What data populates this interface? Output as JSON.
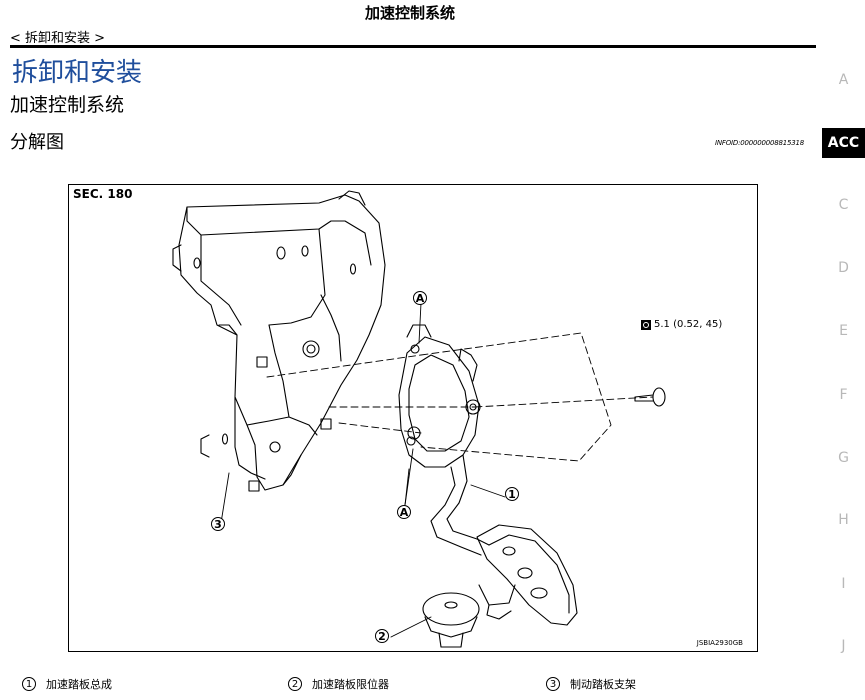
{
  "header": {
    "title": "加速控制系统"
  },
  "breadcrumb": "< 拆卸和安装 >",
  "section_title": "拆卸和安装",
  "subsection_title": "加速控制系统",
  "topic_title": "分解图",
  "info_id": "INFOID:000000008815318",
  "side_index": [
    {
      "letter": "A",
      "active": false
    },
    {
      "letter": "ACC",
      "active": true
    },
    {
      "letter": "C",
      "active": false
    },
    {
      "letter": "D",
      "active": false
    },
    {
      "letter": "E",
      "active": false
    },
    {
      "letter": "F",
      "active": false
    },
    {
      "letter": "G",
      "active": false
    },
    {
      "letter": "H",
      "active": false
    },
    {
      "letter": "I",
      "active": false
    },
    {
      "letter": "J",
      "active": false
    }
  ],
  "figure": {
    "section_label": "SEC. 180",
    "torque_spec": "5.1 (0.52, 45)",
    "figure_code": "JSBIA2930GB",
    "callouts": {
      "a_top": "A",
      "a_bottom": "A",
      "one": "1",
      "two": "2",
      "three": "3"
    }
  },
  "legend": [
    {
      "num": "1",
      "label": "加速踏板总成"
    },
    {
      "num": "2",
      "label": "加速踏板限位器"
    },
    {
      "num": "3",
      "label": "制动踏板支架"
    }
  ]
}
